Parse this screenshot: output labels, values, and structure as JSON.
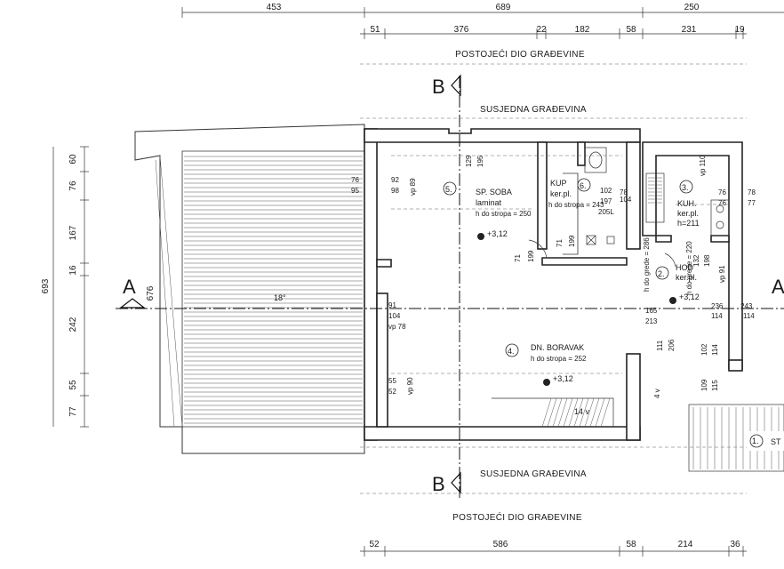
{
  "dims_top": {
    "row1": [
      "453",
      "689",
      "250"
    ],
    "row2": [
      "51",
      "376",
      "22",
      "182",
      "58",
      "231",
      "19"
    ]
  },
  "dims_bottom": {
    "row1": [
      "52",
      "586",
      "58",
      "214",
      "36"
    ]
  },
  "dims_left": [
    "60",
    "76",
    "167",
    "16",
    "242",
    "55",
    "77"
  ],
  "dims_left_total": "693",
  "labels": {
    "existing_top": "POSTOJEĆI DIO GRAĐEVINE",
    "existing_bottom": "POSTOJEĆI DIO GRAĐEVINE",
    "neighbor_top": "SUSJEDNA GRAĐEVINA",
    "neighbor_bottom": "SUSJEDNA GRAĐEVINA",
    "section_b": "B",
    "section_a": "A",
    "slope": "18°",
    "stairs_steps": "14 v",
    "stairs_4v": "4 v",
    "stair_right": "ST",
    "dim_676": "676"
  },
  "rooms": {
    "r5": {
      "num": "5.",
      "name": "SP. SOBA",
      "floor": "laminat",
      "height": "h do stropa = 250",
      "level": "+3,12"
    },
    "r6": {
      "num": "6.",
      "name": "KUP",
      "floor": "ker.pl.",
      "height": "h do stropa = 243"
    },
    "r3": {
      "num": "3.",
      "name": "KUH.",
      "floor": "ker.pl.",
      "height": "h=211"
    },
    "r2": {
      "num": "2.",
      "name": "HOD",
      "floor": "ker.pl.",
      "level": "+3,12"
    },
    "r4": {
      "num": "4.",
      "name": "DN. BORAVAK",
      "height": "h do stropa = 252",
      "level": "+3,12"
    },
    "r1": {
      "num": "1."
    }
  },
  "openings": {
    "o76": "76",
    "o95": "95",
    "o92": "92",
    "o98": "98",
    "vp89": "vp 89",
    "o129": "129",
    "o195": "195",
    "o71a": "71",
    "o199": "199",
    "o71b": "71",
    "o199b": "199",
    "o102": "102",
    "o197": "197",
    "o205L": "205L",
    "o78": "78",
    "o104": "104",
    "vp110": "vp 110",
    "o76b": "76",
    "o76c": "76",
    "o78b": "78",
    "o77": "77",
    "o132": "132",
    "o198": "198",
    "vp91": "vp 91",
    "o286": "h do grede = 286",
    "o220": "h do grede = 220",
    "o91": "91",
    "o104b": "104",
    "vp78": "vp 78",
    "o165": "165",
    "o213": "213",
    "o236": "236",
    "o114": "114",
    "o243": "243",
    "o114b": "114",
    "o111": "111",
    "o206": "206",
    "o102b": "102",
    "o114c": "114",
    "o55": "55",
    "o52": "52",
    "vp90": "vp 90",
    "o109": "109",
    "o115": "115"
  }
}
